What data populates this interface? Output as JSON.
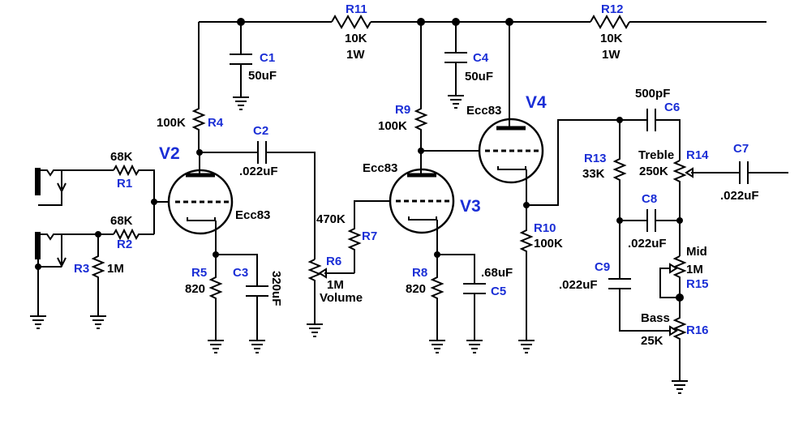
{
  "tubes": {
    "v2": {
      "ref": "V2",
      "type": "Ecc83"
    },
    "v3": {
      "ref": "V3",
      "type": "Ecc83"
    },
    "v4": {
      "ref": "V4",
      "type": "Ecc83"
    }
  },
  "resistors": {
    "r1": {
      "ref": "R1",
      "value": "68K"
    },
    "r2": {
      "ref": "R2",
      "value": "68K"
    },
    "r3": {
      "ref": "R3",
      "value": "1M"
    },
    "r4": {
      "ref": "R4",
      "value": "100K"
    },
    "r5": {
      "ref": "R5",
      "value": "820"
    },
    "r7": {
      "ref": "R7",
      "value": "470K"
    },
    "r8": {
      "ref": "R8",
      "value": "820"
    },
    "r9": {
      "ref": "R9",
      "value": "100K"
    },
    "r10": {
      "ref": "R10",
      "value": "100K"
    },
    "r11": {
      "ref": "R11",
      "value": "10K",
      "rating": "1W"
    },
    "r12": {
      "ref": "R12",
      "value": "10K",
      "rating": "1W"
    },
    "r13": {
      "ref": "R13",
      "value": "33K"
    }
  },
  "pots": {
    "r6": {
      "ref": "R6",
      "value": "1M",
      "name": "Volume"
    },
    "r14": {
      "ref": "R14",
      "value": "250K",
      "name": "Treble"
    },
    "r15": {
      "ref": "R15",
      "value": "1M",
      "name": "Mid"
    },
    "r16": {
      "ref": "R16",
      "value": "25K",
      "name": "Bass"
    }
  },
  "capacitors": {
    "c1": {
      "ref": "C1",
      "value": "50uF"
    },
    "c2": {
      "ref": "C2",
      "value": ".022uF"
    },
    "c3": {
      "ref": "C3",
      "value": "320uF"
    },
    "c4": {
      "ref": "C4",
      "value": "50uF"
    },
    "c5": {
      "ref": "C5",
      "value": ".68uF"
    },
    "c6": {
      "ref": "C6",
      "value": "500pF"
    },
    "c7": {
      "ref": "C7",
      "value": ".022uF"
    },
    "c8": {
      "ref": "C8",
      "value": ".022uF"
    },
    "c9": {
      "ref": "C9",
      "value": ".022uF"
    }
  },
  "colors": {
    "line": "#000000",
    "label_blue": "#1a2ed6",
    "background": "#ffffff"
  }
}
